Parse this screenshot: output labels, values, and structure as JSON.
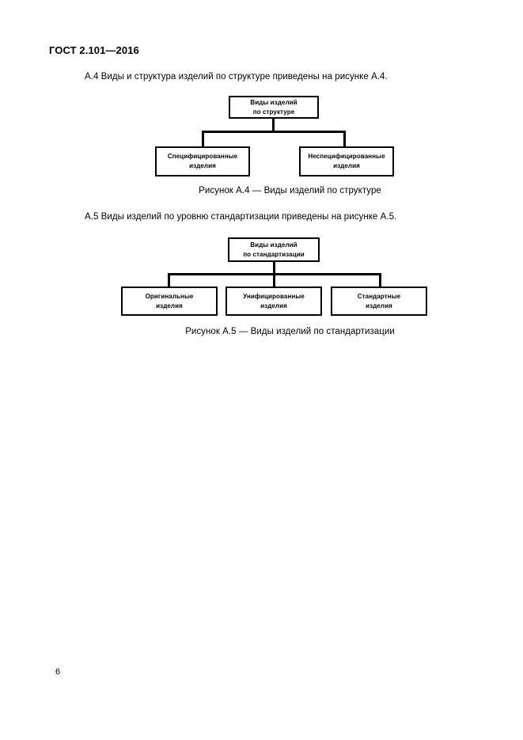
{
  "document": {
    "header": "ГОСТ 2.101—2016",
    "page_number": "6"
  },
  "sections": {
    "a4": {
      "paragraph": "А.4  Виды и структура изделий по структуре приведены на рисунке А.4.",
      "caption": "Рисунок А.4 — Виды изделий по структуре"
    },
    "a5": {
      "paragraph": "А.5  Виды изделий по уровню стандартизации приведены на рисунке А.5.",
      "caption": "Рисунок А.5 — Виды изделий по стандартизации"
    }
  },
  "figures": {
    "figure_a4": {
      "root": {
        "line1": "Виды изделий",
        "line2": "по структуре"
      },
      "children": [
        {
          "line1": "Специфицированные",
          "line2": "изделия"
        },
        {
          "line1": "Неспецифицированные",
          "line2": "изделия"
        }
      ]
    },
    "figure_a5": {
      "root": {
        "line1": "Виды изделий",
        "line2": "по стандартизации"
      },
      "children": [
        {
          "line1": "Оригинальные",
          "line2": "изделия"
        },
        {
          "line1": "Унифицированные",
          "line2": "изделия"
        },
        {
          "line1": "Стандартные",
          "line2": "изделия"
        }
      ]
    }
  },
  "colors": {
    "page_background": "#ffffff",
    "text": "#000000",
    "box_border": "#000000",
    "connector": "#000000"
  }
}
